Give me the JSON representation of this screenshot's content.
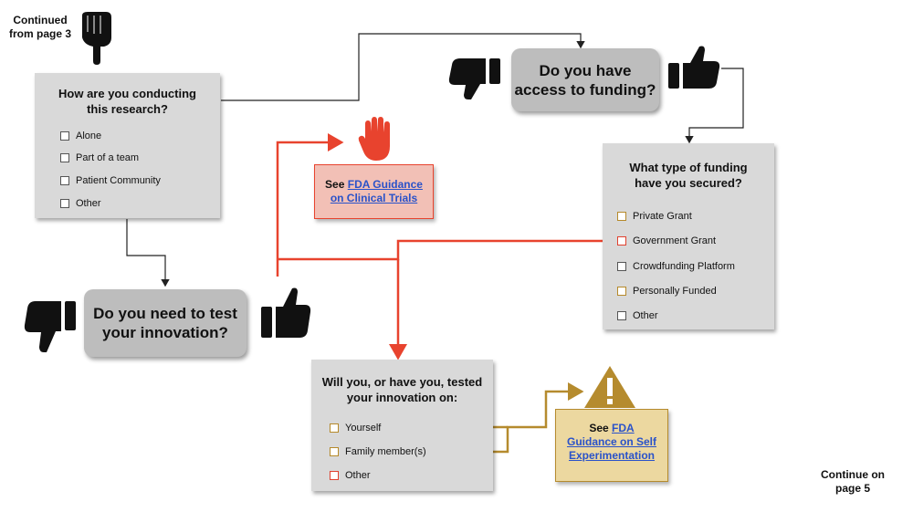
{
  "continued_from": "Continued\nfrom page 3",
  "continue_on": "Continue on\npage 5",
  "conducting": {
    "title": "How are you conducting\nthis research?",
    "options": [
      "Alone",
      "Part of a team",
      "Patient Community",
      "Other"
    ]
  },
  "funding_question": "Do you have\naccess to funding?",
  "funding_type": {
    "title": "What type of funding\nhave you secured?",
    "options": [
      "Private Grant",
      "Government Grant",
      "Crowdfunding Platform",
      "Personally Funded",
      "Other"
    ]
  },
  "test_question": "Do you need to test\nyour innovation?",
  "clinical_callout": {
    "see": "See",
    "link1": "FDA Guidance",
    "link2": "on Clinical Trials"
  },
  "tested_on": {
    "title": "Will you, or have you, tested\nyour innovation on:",
    "options": [
      "Yourself",
      "Family member(s)",
      "Other"
    ]
  },
  "self_callout": {
    "see": "See",
    "link1": "FDA",
    "link2": "Guidance on Self",
    "link3": "Experimentation"
  },
  "colors": {
    "red_path": "#e8432e",
    "gold_path": "#b58b2e",
    "gray_path": "#222222",
    "clinical_bg": "#f2c0b6",
    "self_bg": "#ecd8a0",
    "link": "#2a52c9"
  }
}
